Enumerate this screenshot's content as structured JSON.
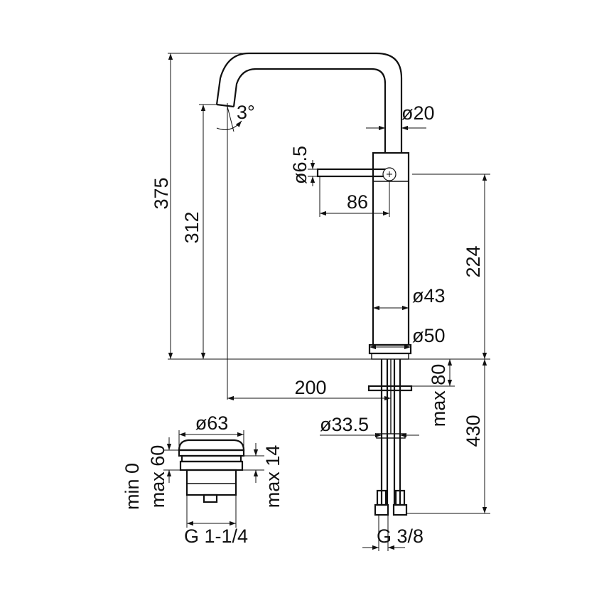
{
  "drawing": {
    "labels": {
      "total_height": "375",
      "spout_height": "312",
      "spout_angle": "3°",
      "spout_diameter": "ø20",
      "lever_diameter": "ø6.5",
      "lever_length": "86",
      "body_height": "224",
      "body_diameter": "ø43",
      "base_diameter": "ø50",
      "spout_reach": "200",
      "max_deck_thickness": "max 80",
      "hole_diameter": "ø33.5",
      "hose_length": "430",
      "connection_thread": "G 3/8",
      "waste_diameter": "ø63",
      "waste_min": "min 0",
      "waste_max_60": "max 60",
      "waste_max_14": "max 14",
      "waste_thread": "G 1-1/4"
    },
    "colors": {
      "line": "#111111",
      "background": "#ffffff"
    }
  }
}
